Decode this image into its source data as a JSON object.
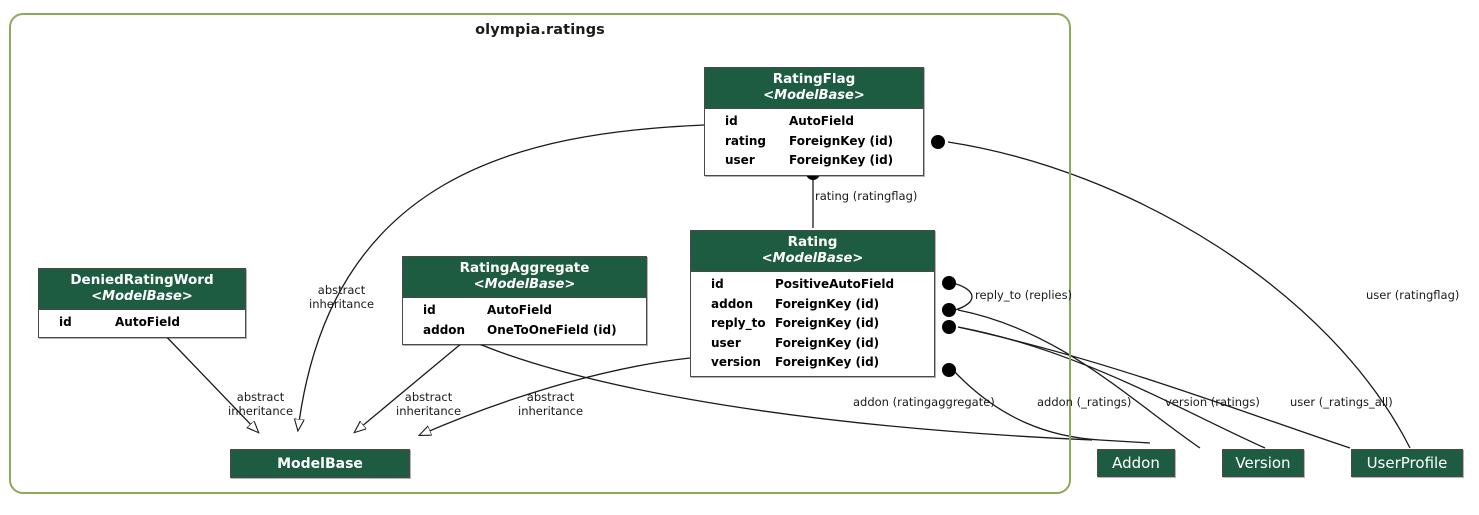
{
  "package": {
    "title": "olympia.ratings",
    "border_color": "#8fa95a"
  },
  "theme": {
    "header_green": "#1d5c41",
    "box_border": "#4a4a4a",
    "text_dark": "#1a1a1a"
  },
  "classes": [
    {
      "id": "ratingflag",
      "name": "RatingFlag",
      "stereotype": "<ModelBase>",
      "attributes": [
        {
          "name": "id",
          "type": "AutoField"
        },
        {
          "name": "rating",
          "type": "ForeignKey (id)"
        },
        {
          "name": "user",
          "type": "ForeignKey (id)"
        }
      ]
    },
    {
      "id": "rating",
      "name": "Rating",
      "stereotype": "<ModelBase>",
      "attributes": [
        {
          "name": "id",
          "type": "PositiveAutoField"
        },
        {
          "name": "addon",
          "type": "ForeignKey (id)"
        },
        {
          "name": "reply_to",
          "type": "ForeignKey (id)"
        },
        {
          "name": "user",
          "type": "ForeignKey (id)"
        },
        {
          "name": "version",
          "type": "ForeignKey (id)"
        }
      ]
    },
    {
      "id": "ratingaggregate",
      "name": "RatingAggregate",
      "stereotype": "<ModelBase>",
      "attributes": [
        {
          "name": "id",
          "type": "AutoField"
        },
        {
          "name": "addon",
          "type": "OneToOneField (id)"
        }
      ]
    },
    {
      "id": "deniedratingword",
      "name": "DeniedRatingWord",
      "stereotype": "<ModelBase>",
      "attributes": [
        {
          "name": "id",
          "type": "AutoField"
        }
      ]
    }
  ],
  "simple_boxes": [
    {
      "id": "modelbase",
      "label": "ModelBase"
    },
    {
      "id": "addon",
      "label": "Addon"
    },
    {
      "id": "version",
      "label": "Version"
    },
    {
      "id": "userprofile",
      "label": "UserProfile"
    }
  ],
  "edge_labels": [
    {
      "id": "rating-ratingflag",
      "text": "rating (ratingflag)"
    },
    {
      "id": "reply-to-replies",
      "text": "reply_to (replies)"
    },
    {
      "id": "user-ratingflag",
      "text": "user (ratingflag)"
    },
    {
      "id": "addon-ratingaggregate",
      "text": "addon (ratingaggregate)"
    },
    {
      "id": "addon-ratings",
      "text": "addon (_ratings)"
    },
    {
      "id": "version-ratings",
      "text": "version (ratings)"
    },
    {
      "id": "user-ratings-all",
      "text": "user (_ratings_all)"
    },
    {
      "id": "abstract-inheritance-1",
      "line1": "abstract",
      "line2": "inheritance"
    },
    {
      "id": "abstract-inheritance-2",
      "line1": "abstract",
      "line2": "inheritance"
    },
    {
      "id": "abstract-inheritance-3",
      "line1": "abstract",
      "line2": "inheritance"
    },
    {
      "id": "abstract-inheritance-4",
      "line1": "abstract",
      "line2": "inheritance"
    }
  ]
}
